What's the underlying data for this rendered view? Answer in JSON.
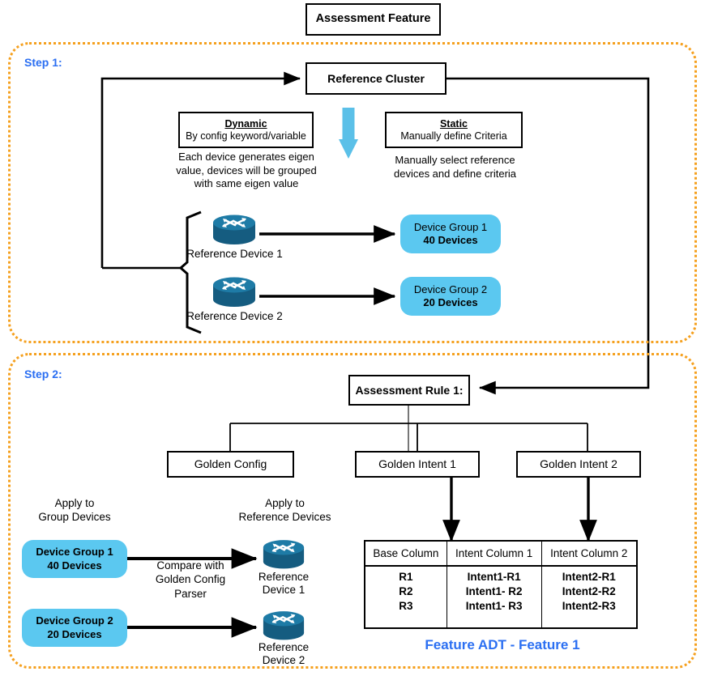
{
  "title": "Assessment Feature",
  "step1": {
    "label": "Step 1:",
    "reference_cluster": "Reference Cluster",
    "dynamic": {
      "heading": "Dynamic",
      "sub": "By config keyword/variable",
      "note_line1": "Each device generates eigen",
      "note_line2": "value, devices will be grouped",
      "note_line3": "with same eigen value"
    },
    "static": {
      "heading": "Static",
      "sub": "Manually define Criteria",
      "note_line1": "Manually select reference",
      "note_line2": "devices and define criteria"
    },
    "devices": [
      {
        "icon": "router-icon",
        "label_line1": "Reference Device 1",
        "group_line1": "Device Group 1",
        "group_line2": "40 Devices"
      },
      {
        "icon": "router-icon",
        "label_line1": "Reference Device 2",
        "group_line1": "Device Group 2",
        "group_line2": "20 Devices"
      }
    ]
  },
  "step2": {
    "label": "Step 2:",
    "assessment_rule": "Assessment Rule 1:",
    "golden_config": "Golden Config",
    "golden_intent_1": "Golden Intent 1",
    "golden_intent_2": "Golden Intent 2",
    "apply_group_line1": "Apply to",
    "apply_group_line2": "Group Devices",
    "apply_ref_line1": "Apply to",
    "apply_ref_line2": "Reference Devices",
    "compare_line1": "Compare with",
    "compare_line2": "Golden Config",
    "compare_line3": "Parser",
    "groups": [
      {
        "line1": "Device Group 1",
        "line2": "40 Devices"
      },
      {
        "line1": "Device Group 2",
        "line2": "20 Devices"
      }
    ],
    "ref_devices": [
      {
        "icon": "router-icon",
        "line1": "Reference",
        "line2": "Device 1"
      },
      {
        "icon": "router-icon",
        "line1": "Reference",
        "line2": "Device 2"
      }
    ],
    "caption": "Feature ADT - Feature 1"
  },
  "table": {
    "headers": [
      "Base Column",
      "Intent Column 1",
      "Intent Column 2"
    ],
    "rows": [
      [
        "R1",
        "Intent1-R1",
        "Intent2-R1"
      ],
      [
        "R2",
        "Intent1- R2",
        "Intent2-R2"
      ],
      [
        "R3",
        "Intent1- R3",
        "Intent2-R3"
      ]
    ]
  },
  "colors": {
    "step_border": "#F5A01E",
    "step_label": "#2B6FF2",
    "pill_fill": "#5BC8F0",
    "blue_arrow": "#5BC0E8",
    "router_body": "#1B6A93",
    "caption": "#2B6FF2"
  }
}
